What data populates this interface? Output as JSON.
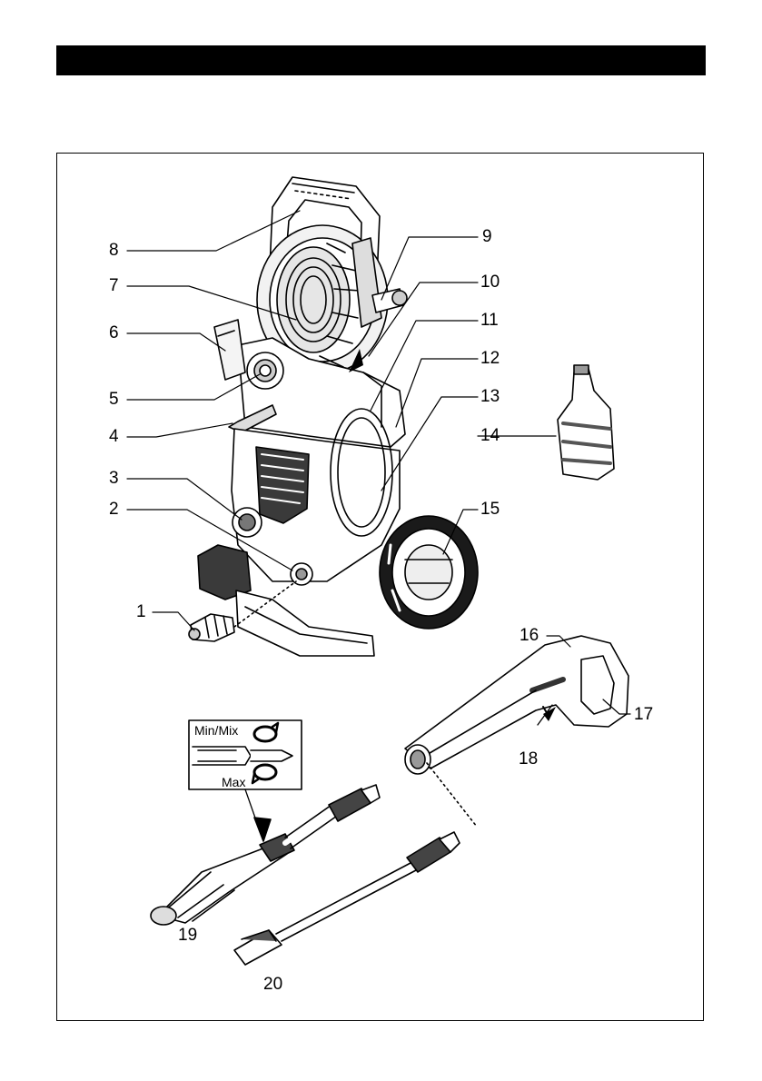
{
  "callouts": {
    "c1": "1",
    "c2": "2",
    "c3": "3",
    "c4": "4",
    "c5": "5",
    "c6": "6",
    "c7": "7",
    "c8": "8",
    "c9": "9",
    "c10": "10",
    "c11": "11",
    "c12": "12",
    "c13": "13",
    "c14": "14",
    "c15": "15",
    "c16": "16",
    "c17": "17",
    "c18": "18",
    "c19": "19",
    "c20": "20"
  },
  "inset": {
    "top_label": "Min/Mix",
    "bottom_label": "Max"
  }
}
